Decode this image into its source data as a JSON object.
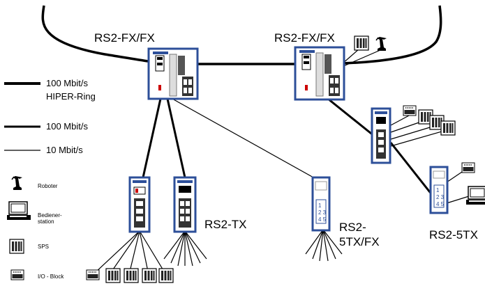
{
  "devices": {
    "top_left": "RS2-FX/FX",
    "top_right": "RS2-FX/FX",
    "middle": "RS2-TX",
    "middle_right": "RS2-\n5TX/FX",
    "right": "RS2-5TX"
  },
  "legend": {
    "ring_line_1": "100 Mbit/s",
    "ring_line_2": "HIPER-Ring",
    "medium": "100 Mbit/s",
    "thin": "10 Mbit/s",
    "robot": "Roboter",
    "operator": "Bediener-\nstation",
    "plc": "SPS",
    "io_block": "I/O - Block"
  },
  "icons": [
    "robot-icon",
    "operator-station-icon",
    "plc-icon",
    "io-block-icon",
    "switch-icon"
  ]
}
